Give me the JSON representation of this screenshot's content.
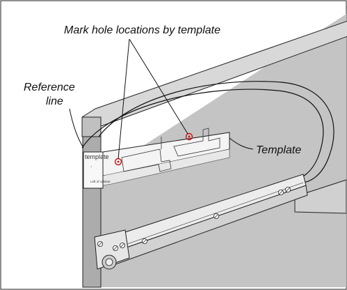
{
  "figure": {
    "callouts": {
      "mark_holes": "Mark hole locations by template",
      "reference_line_1": "Reference",
      "reference_line_2": "line",
      "template": "Template"
    },
    "template_print": {
      "title": "template",
      "side_note": "Left of cabinet"
    },
    "colors": {
      "cabinet_panel": "#c4c4c4",
      "cabinet_side": "#aaaaaa",
      "top_face": "#d6d6d6",
      "template_sheet": "#f4f4f4",
      "hole_marker": "#cc1111",
      "line": "#111111"
    }
  }
}
